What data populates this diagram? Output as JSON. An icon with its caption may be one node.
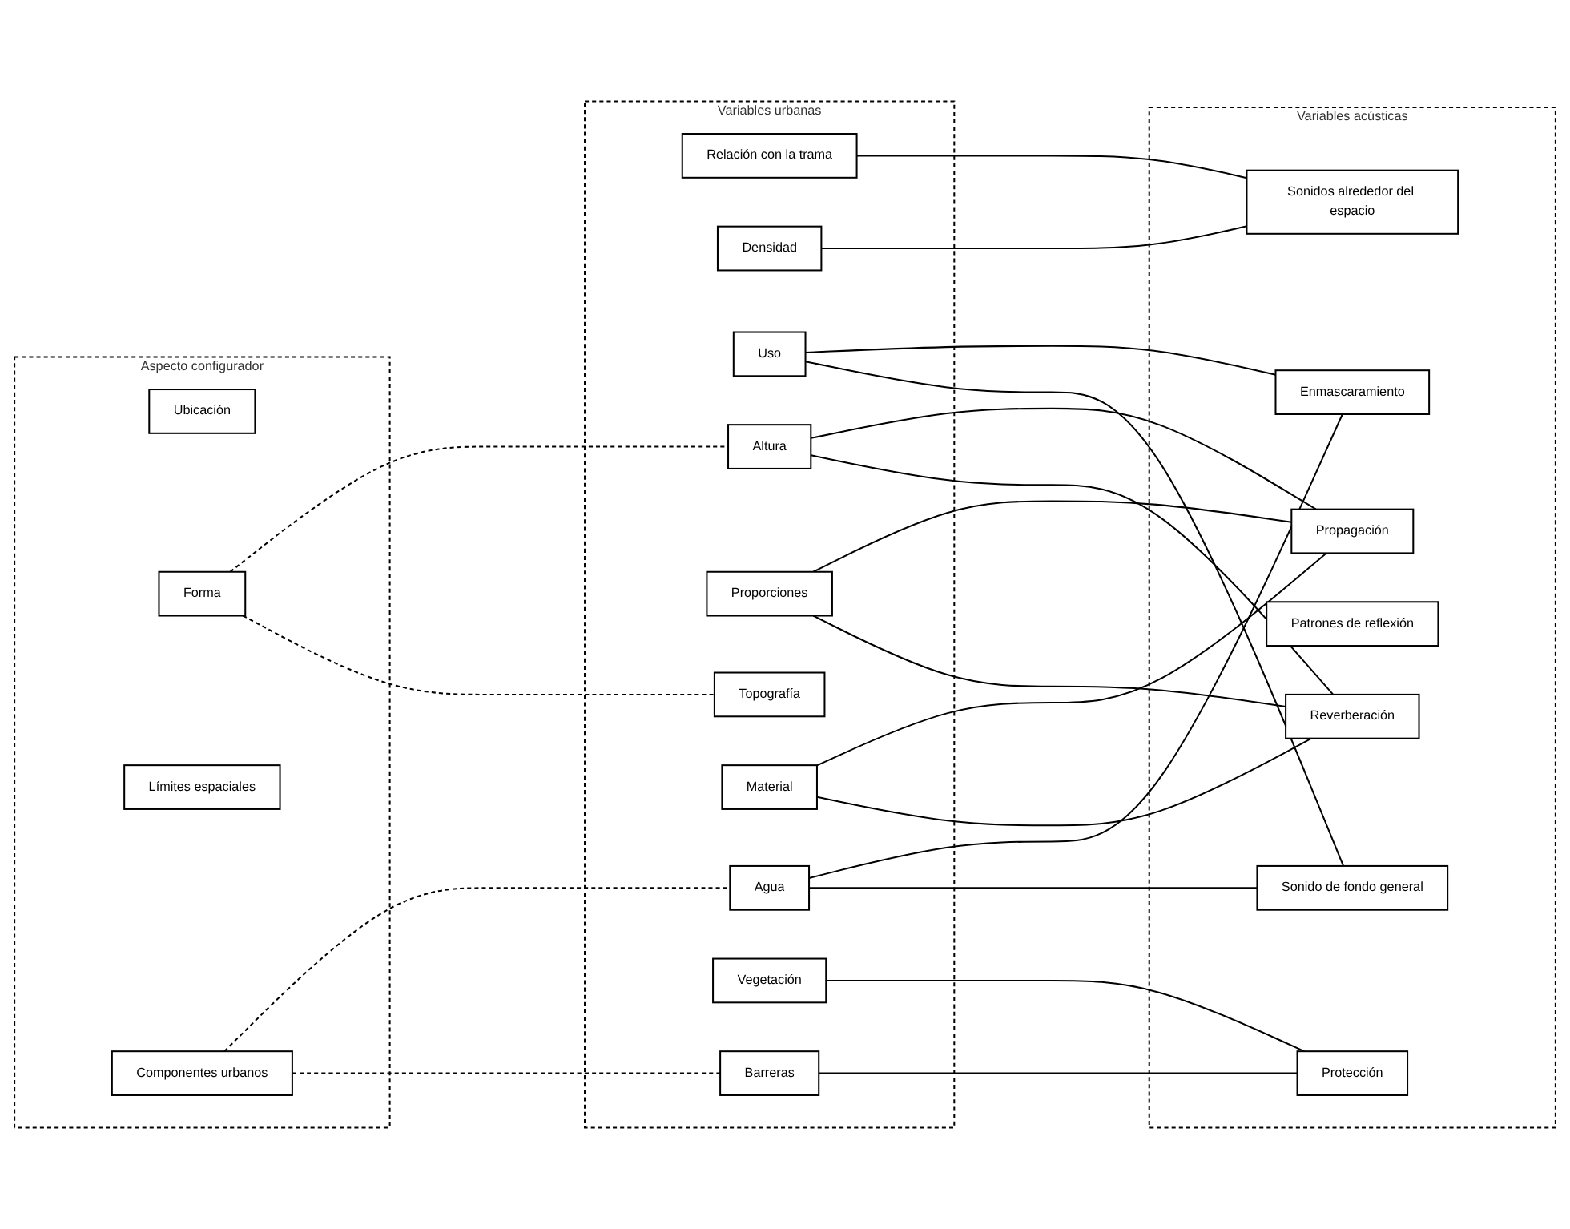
{
  "diagram": {
    "nodes": [
      {
        "text": [
          "Aspecto configurador"
        ]
      },
      {
        "text": [
          "Ubicación"
        ],
        "in": 0
      },
      {
        "text": [
          "Forma"
        ],
        "in": 0
      },
      {
        "text": [
          "Límites espaciales"
        ],
        "in": 0
      },
      {
        "text": [
          "Componentes urbanos"
        ],
        "in": 0
      },
      {
        "text": [
          "Variables urbanas"
        ]
      },
      {
        "text": [
          "Relación con la trama"
        ],
        "in": 5
      },
      {
        "text": [
          "Densidad"
        ],
        "in": 5
      },
      {
        "text": [
          "Uso"
        ],
        "in": 5
      },
      {
        "text": [
          "Topografía"
        ],
        "in": 5
      },
      {
        "text": [
          "Proporciones"
        ],
        "in": 5
      },
      {
        "text": [
          "Altura"
        ],
        "in": 5
      },
      {
        "text": [
          "Material"
        ],
        "in": 5
      },
      {
        "text": [
          "Barreras"
        ],
        "in": 5
      },
      {
        "text": [
          "Vegetación"
        ],
        "in": 5
      },
      {
        "text": [
          "Agua"
        ],
        "in": 5
      },
      {
        "text": [
          "Variables acústicas"
        ]
      },
      {
        "text": [
          "Sonidos alrededor del espacio"
        ],
        "in": 16
      },
      {
        "text": [
          "Sonido de fondo general"
        ],
        "in": 16
      },
      {
        "text": [
          "Reverberación"
        ],
        "in": 16
      },
      {
        "text": [
          "Patrones de reflexión"
        ],
        "in": 16
      },
      {
        "text": [
          "Propagación"
        ],
        "in": 16
      },
      {
        "text": [
          "Protección"
        ],
        "in": 16
      },
      {
        "text": [
          "Enmascaramiento"
        ],
        "in": 16
      }
    ],
    "edges": [
      {
        "from": 2,
        "to": 9,
        "arrow": "none",
        "style": "dashed"
      },
      {
        "from": 2,
        "to": 11,
        "arrow": "none",
        "style": "dashed"
      },
      {
        "from": 4,
        "to": 13,
        "arrow": "none",
        "style": "dashed"
      },
      {
        "from": 4,
        "to": 15,
        "arrow": "none",
        "style": "dashed"
      },
      {
        "from": 6,
        "to": 17,
        "arrow": "none"
      },
      {
        "from": 7,
        "to": 17,
        "arrow": "none"
      },
      {
        "from": 8,
        "to": 18,
        "arrow": "none"
      },
      {
        "from": 8,
        "to": 23,
        "arrow": "none"
      },
      {
        "from": 10,
        "to": 19,
        "arrow": "none"
      },
      {
        "from": 10,
        "to": 21,
        "arrow": "none"
      },
      {
        "from": 11,
        "to": 19,
        "arrow": "none"
      },
      {
        "from": 11,
        "to": 21,
        "arrow": "none"
      },
      {
        "from": 12,
        "to": 19,
        "arrow": "none"
      },
      {
        "from": 12,
        "to": 21,
        "arrow": "none"
      },
      {
        "from": 13,
        "to": 22,
        "arrow": "none"
      },
      {
        "from": 14,
        "to": 22,
        "arrow": "none"
      },
      {
        "from": 15,
        "to": 18,
        "arrow": "none"
      },
      {
        "from": 15,
        "to": 23,
        "arrow": "none"
      }
    ]
  }
}
